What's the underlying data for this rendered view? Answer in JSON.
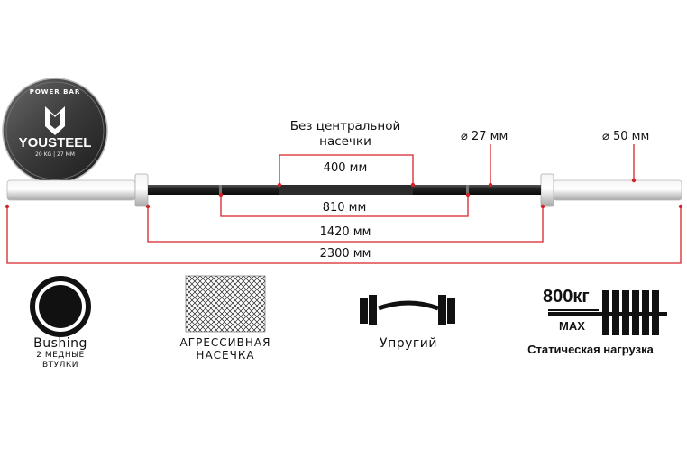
{
  "logo": {
    "top_text": "POWER BAR",
    "brand": "YOUSTEEL",
    "spec": "20 KG | 27 MM"
  },
  "dimensions": {
    "no_center_knurl": "Без центральной насечки",
    "grip_diameter": "⌀ 27 мм",
    "sleeve_diameter": "⌀ 50 мм",
    "knurl_gap": "400 мм",
    "knurl_marks": "810 мм",
    "between_collars": "1420 мм",
    "total_length": "2300 мм"
  },
  "features": {
    "bushing_title": "Bushing",
    "bushing_sub1": "2 медные",
    "bushing_sub2": "втулки",
    "knurl_line1": "Агрессивная",
    "knurl_line2": "насечка",
    "elastic": "Упругий",
    "load_value": "800кг",
    "load_max": "MAX",
    "load_caption": "Статическая нагрузка"
  },
  "colors": {
    "dimension_line": "#d6232a",
    "bar_shaft": "#1a1a1a",
    "sleeve": "#e2e2e2"
  }
}
